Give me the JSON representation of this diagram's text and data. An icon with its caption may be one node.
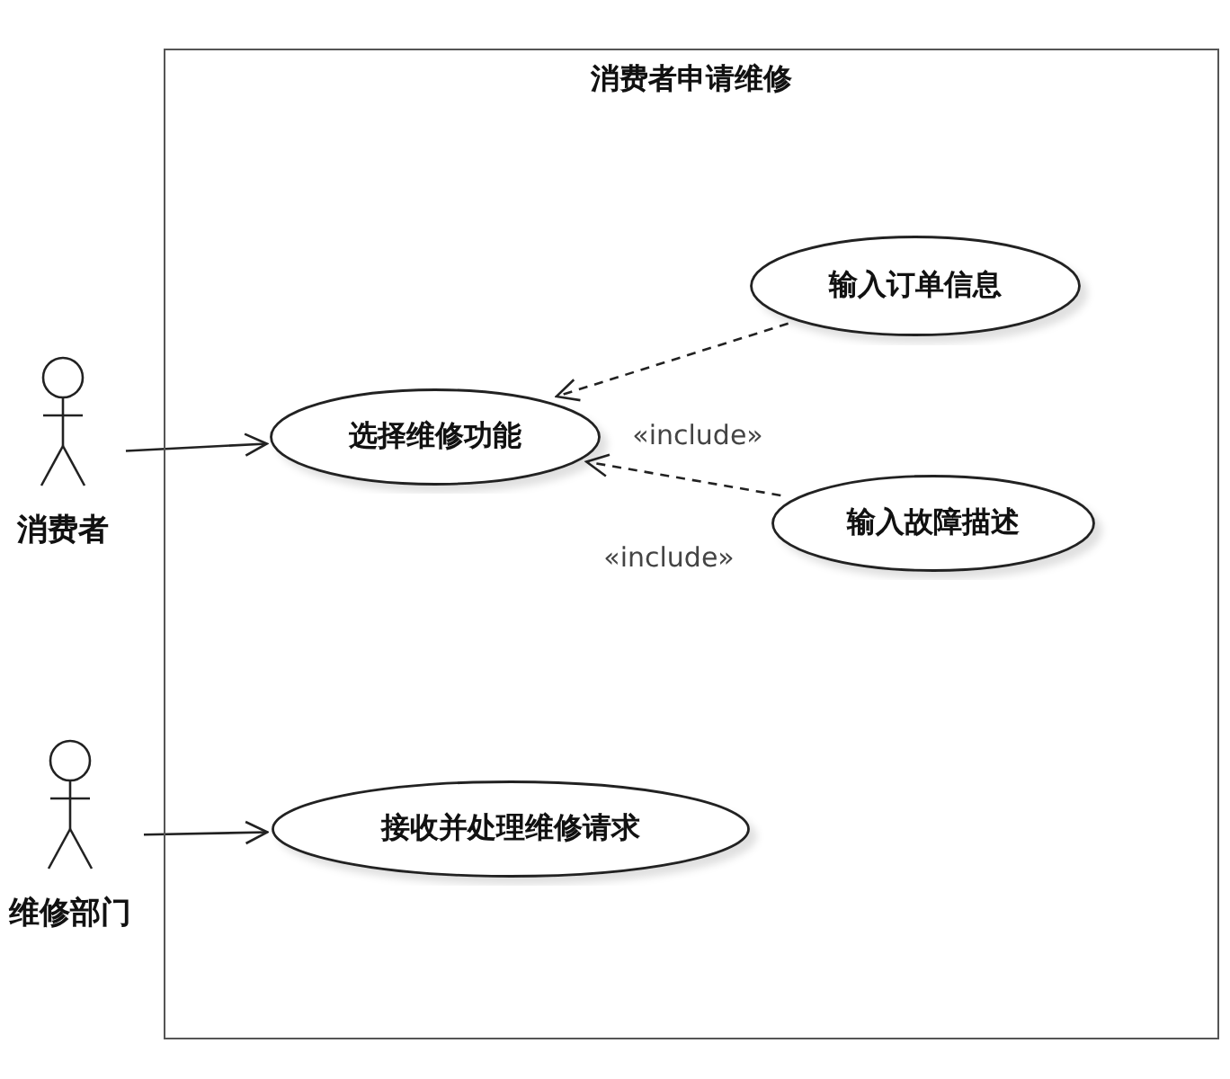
{
  "diagram": {
    "nodes": [
      {
        "text": [
          "消费者申请维修"
        ]
      },
      {
        "text": [
          "消费者"
        ]
      },
      {
        "text": [
          "维修部门"
        ]
      },
      {
        "text": [
          "选择维修功能"
        ],
        "in": 0
      },
      {
        "text": [
          "输入订单信息"
        ],
        "in": 0
      },
      {
        "text": [
          "输入故障描述"
        ],
        "in": 0
      },
      {
        "text": [
          "接收并处理维修请求"
        ],
        "in": 0
      }
    ],
    "edges": [
      {
        "from": 1,
        "to": 3,
        "arrow": "to"
      },
      {
        "from": 4,
        "to": 3,
        "arrow": "to",
        "style": "dashed",
        "label": "«include»"
      },
      {
        "from": 5,
        "to": 3,
        "arrow": "to",
        "style": "dashed",
        "label": "«include»"
      },
      {
        "from": 2,
        "to": 6,
        "arrow": "to"
      }
    ]
  }
}
